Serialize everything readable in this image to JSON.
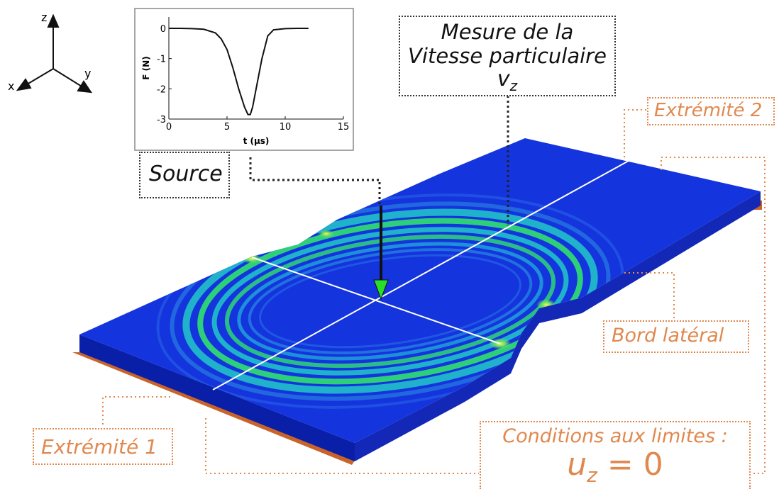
{
  "axes": {
    "z": "z",
    "x": "x",
    "y": "y"
  },
  "source_chart": {
    "type": "line",
    "ylabel": "F (N)",
    "xlabel": "t (µs)",
    "xlim": [
      0,
      15
    ],
    "ylim": [
      -3,
      0
    ],
    "xticks": [
      "0",
      "5",
      "10",
      "15"
    ],
    "yticks": [
      "0",
      "-1",
      "-2",
      "-3"
    ],
    "series": [
      {
        "x": [
          0,
          1,
          2,
          3,
          4,
          4.5,
          5,
          5.5,
          6,
          6.5,
          6.8,
          7,
          7.2,
          7.5,
          8,
          8.5,
          9,
          10,
          11,
          12
        ],
        "y": [
          0,
          0,
          -0.01,
          -0.03,
          -0.15,
          -0.35,
          -0.7,
          -1.3,
          -2.0,
          -2.6,
          -2.85,
          -2.85,
          -2.6,
          -2.0,
          -1.0,
          -0.25,
          -0.05,
          -0.01,
          0,
          0
        ]
      }
    ]
  },
  "labels": {
    "source": "Source",
    "measure_line1": "Mesure de la",
    "measure_line2": "Vitesse particulaire",
    "measure_v": "v",
    "measure_sub": "z",
    "extremite2": "Extrémité 2",
    "extremite1": "Extrémité 1",
    "bord": "Bord latéral",
    "conditions": "Conditions aux limites :",
    "uz_u": "u",
    "uz_sub": "z",
    "uz_eq": " = 0"
  },
  "colors": {
    "plate_blue": "#1030d8",
    "wave_cyan": "#22c8c8",
    "wave_green": "#30e070",
    "annotation_orange": "#e0884e",
    "bar_orange": "#c8642a",
    "arrow_green": "#28c828"
  }
}
